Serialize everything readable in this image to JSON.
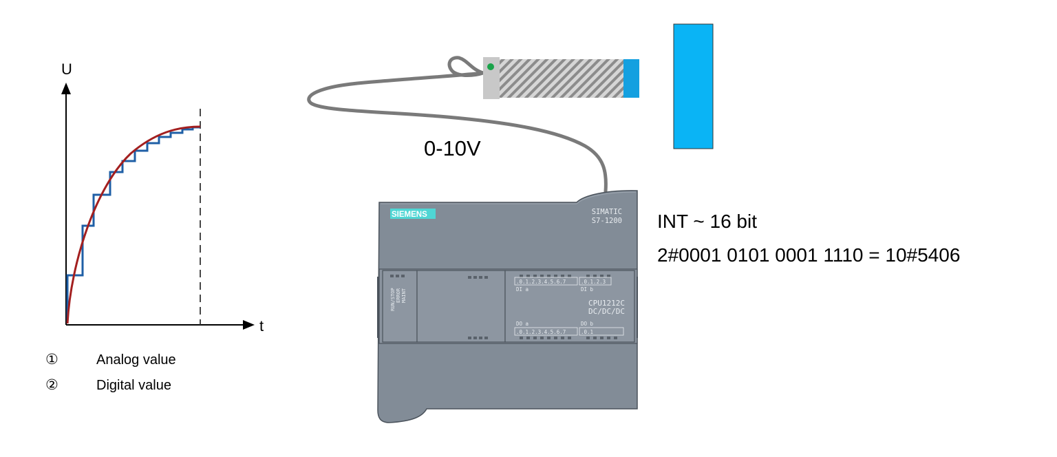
{
  "graph": {
    "y_axis_label": "U",
    "x_axis_label": "t",
    "legend": [
      {
        "marker": "①",
        "label": "Analog value",
        "color": "#a31f1f"
      },
      {
        "marker": "②",
        "label": "Digital value",
        "color": "#1f5fa6"
      }
    ]
  },
  "signal": {
    "label": "0-10V"
  },
  "sensor": {
    "indicator_color": "#1aa34a",
    "tip_color": "#14a0e0",
    "target_color": "#0ab4f5"
  },
  "plc": {
    "brand": "SIEMENS",
    "brand_color": "#4fd6d4",
    "family": "SIMATIC",
    "model": "S7-1200",
    "cpu": "CPU1212C",
    "power": "DC/DC/DC",
    "status_labels": [
      "RUN/STOP",
      "ERROR",
      "MAINT"
    ],
    "di_a_numbers": ".0.1.2.3.4.5.6.7",
    "di_a_label": "DI a",
    "di_b_numbers": ".0.1.2.3",
    "di_b_label": "DI b",
    "do_a_numbers": ".0.1.2.3.4.5.6.7",
    "do_a_label": "DO a",
    "do_b_numbers": ".0.1",
    "do_b_label": "DO b",
    "body_color": "#828c97"
  },
  "conversion": {
    "type_line": "INT ~ 16 bit",
    "value_line": "2#0001 0101 0001 1110 = 10#5406"
  }
}
